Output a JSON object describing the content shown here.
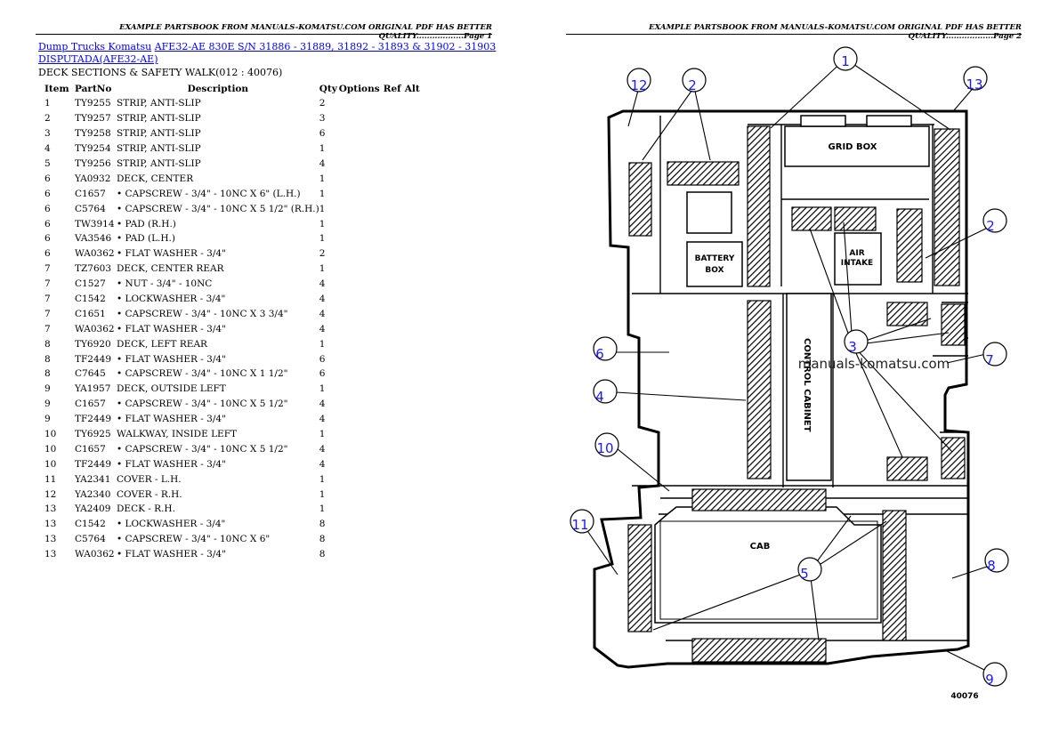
{
  "page1": {
    "header": "EXAMPLE PARTSBOOK FROM MANUALS-KOMATSU.COM ORIGINAL PDF HAS BETTER QUALITY..................Page 1",
    "breadcrumb": {
      "link1": "Dump Trucks Komatsu",
      "link2": "AFE32-AE 830E S/N 31886 - 31889, 31892 - 31893 & 31902 - 31903",
      "link3": "DISPUTADA(AFE32-AE)"
    },
    "section_title": "DECK SECTIONS & SAFETY WALK(012 : 40076)",
    "columns": [
      "Item",
      "PartNo",
      "Description",
      "Qty",
      "Options",
      "Ref",
      "Alt"
    ],
    "rows": [
      {
        "item": "1",
        "partno": "TY9255",
        "desc": "STRIP, ANTI-SLIP",
        "qty": "2"
      },
      {
        "item": "2",
        "partno": "TY9257",
        "desc": "STRIP, ANTI-SLIP",
        "qty": "3"
      },
      {
        "item": "3",
        "partno": "TY9258",
        "desc": "STRIP, ANTI-SLIP",
        "qty": "6"
      },
      {
        "item": "4",
        "partno": "TY9254",
        "desc": "STRIP, ANTI-SLIP",
        "qty": "1"
      },
      {
        "item": "5",
        "partno": "TY9256",
        "desc": "STRIP, ANTI-SLIP",
        "qty": "4"
      },
      {
        "item": "6",
        "partno": "YA0932",
        "desc": "DECK, CENTER",
        "qty": "1"
      },
      {
        "item": "6",
        "partno": "C1657",
        "desc": "• CAPSCREW - 3/4\" - 10NC X 6\" (L.H.)",
        "qty": "1"
      },
      {
        "item": "6",
        "partno": "C5764",
        "desc": "• CAPSCREW - 3/4\" - 10NC X 5 1/2\" (R.H.)",
        "qty": "1"
      },
      {
        "item": "6",
        "partno": "TW3914",
        "desc": "• PAD (R.H.)",
        "qty": "1"
      },
      {
        "item": "6",
        "partno": "VA3546",
        "desc": "• PAD (L.H.)",
        "qty": "1"
      },
      {
        "item": "6",
        "partno": "WA0362",
        "desc": "• FLAT WASHER - 3/4\"",
        "qty": "2"
      },
      {
        "item": "7",
        "partno": "TZ7603",
        "desc": "DECK, CENTER REAR",
        "qty": "1"
      },
      {
        "item": "7",
        "partno": "C1527",
        "desc": "• NUT - 3/4\" - 10NC",
        "qty": "4"
      },
      {
        "item": "7",
        "partno": "C1542",
        "desc": "• LOCKWASHER - 3/4\"",
        "qty": "4"
      },
      {
        "item": "7",
        "partno": "C1651",
        "desc": "• CAPSCREW - 3/4\" - 10NC X 3 3/4\"",
        "qty": "4"
      },
      {
        "item": "7",
        "partno": "WA0362",
        "desc": "• FLAT WASHER - 3/4\"",
        "qty": "4"
      },
      {
        "item": "8",
        "partno": "TY6920",
        "desc": "DECK, LEFT REAR",
        "qty": "1"
      },
      {
        "item": "8",
        "partno": "TF2449",
        "desc": "• FLAT WASHER - 3/4\"",
        "qty": "6"
      },
      {
        "item": "8",
        "partno": "C7645",
        "desc": "• CAPSCREW - 3/4\" - 10NC X 1 1/2\"",
        "qty": "6"
      },
      {
        "item": "9",
        "partno": "YA1957",
        "desc": "DECK, OUTSIDE LEFT",
        "qty": "1"
      },
      {
        "item": "9",
        "partno": "C1657",
        "desc": "• CAPSCREW - 3/4\" - 10NC X 5 1/2\"",
        "qty": "4"
      },
      {
        "item": "9",
        "partno": "TF2449",
        "desc": "• FLAT WASHER - 3/4\"",
        "qty": "4"
      },
      {
        "item": "10",
        "partno": "TY6925",
        "desc": "WALKWAY, INSIDE LEFT",
        "qty": "1"
      },
      {
        "item": "10",
        "partno": "C1657",
        "desc": "• CAPSCREW - 3/4\" - 10NC X 5 1/2\"",
        "qty": "4"
      },
      {
        "item": "10",
        "partno": "TF2449",
        "desc": "• FLAT WASHER - 3/4\"",
        "qty": "4"
      },
      {
        "item": "11",
        "partno": "YA2341",
        "desc": "COVER - L.H.",
        "qty": "1"
      },
      {
        "item": "12",
        "partno": "YA2340",
        "desc": "COVER - R.H.",
        "qty": "1"
      },
      {
        "item": "13",
        "partno": "YA2409",
        "desc": "DECK - R.H.",
        "qty": "1"
      },
      {
        "item": "13",
        "partno": "C1542",
        "desc": "• LOCKWASHER - 3/4\"",
        "qty": "8"
      },
      {
        "item": "13",
        "partno": "C5764",
        "desc": "• CAPSCREW - 3/4\" - 10NC X 6\"",
        "qty": "8"
      },
      {
        "item": "13",
        "partno": "WA0362",
        "desc": "• FLAT WASHER - 3/4\"",
        "qty": "8"
      }
    ]
  },
  "page2": {
    "header": "EXAMPLE PARTSBOOK FROM MANUALS-KOMATSU.COM ORIGINAL PDF HAS BETTER QUALITY..................Page 2",
    "diagram": {
      "labels": {
        "grid_box": "GRID BOX",
        "battery_box_1": "BATTERY",
        "battery_box_2": "BOX",
        "air_intake_1": "AIR",
        "air_intake_2": "INTAKE",
        "control_cabinet": "CONTROL CABINET",
        "cab": "CAB"
      },
      "watermark": "manuals-komatsu.com",
      "figure_number": "40076",
      "callouts": [
        "1",
        "2",
        "2",
        "3",
        "4",
        "5",
        "6",
        "7",
        "8",
        "9",
        "10",
        "11",
        "12",
        "13"
      ],
      "callout_color": "#1a1aff"
    }
  }
}
